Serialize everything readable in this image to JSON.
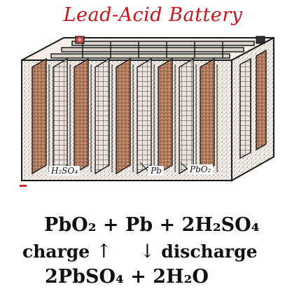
{
  "title": "Lead-Acid Battery",
  "figure": {
    "labels": {
      "electrolyte": "H₂SO₄",
      "negative_plate": "Pb",
      "positive_plate": "PbO₂"
    },
    "colors": {
      "plate_fill": "#b07a5c",
      "case_outline": "#1a1a1a",
      "label_color": "#111111"
    }
  },
  "equation": {
    "reactants": "PbO₂ + Pb + 2H₂SO₄",
    "charge_label": "charge",
    "charge_arrow": "↑",
    "discharge_arrow": "↓",
    "discharge_label": "discharge",
    "products": "2PbSO₄ + 2H₂O"
  }
}
